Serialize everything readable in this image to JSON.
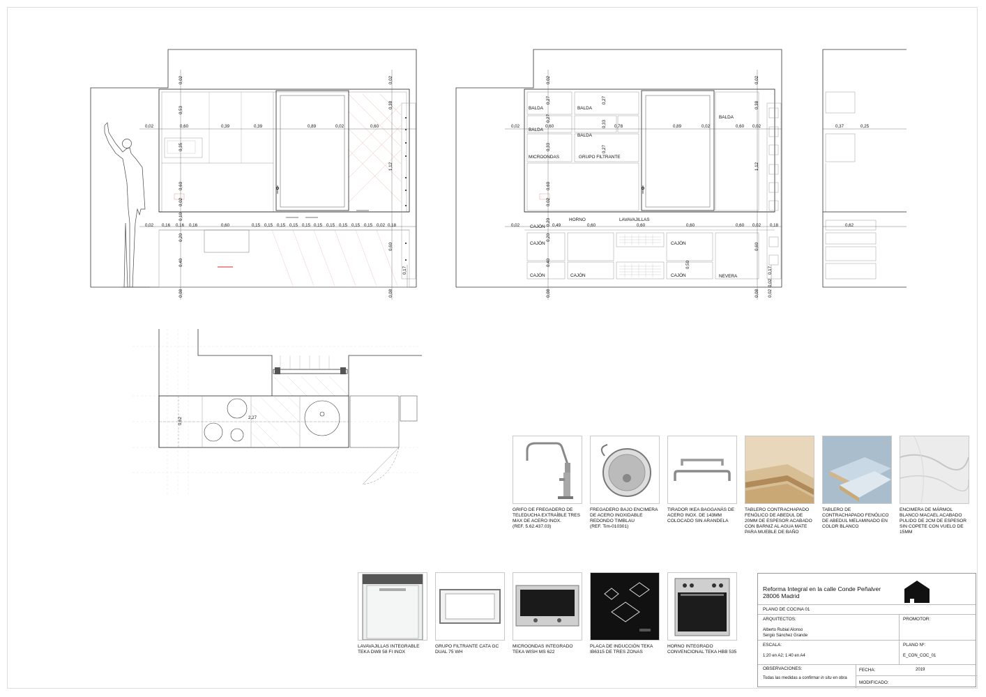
{
  "elevation_left": {
    "dims_top": [
      "0,02",
      "0,60",
      "0,39",
      "0,39",
      "0,89",
      "0,02",
      "0,60"
    ],
    "dims_base": [
      "0,02",
      "0,16",
      "0,16",
      "0,16",
      "0,60",
      "0,15",
      "0,15",
      "0,15",
      "0,15",
      "0,15",
      "0,15",
      "0,15",
      "0,15",
      "0,15",
      "0,15",
      "0,02",
      "0,18"
    ],
    "dims_vert": [
      "0,02",
      "0,53",
      "0,35",
      "0,60",
      "0,02",
      "0,10",
      "0,20",
      "0,40",
      "0,08",
      "0,02",
      "0,38",
      "1,12",
      "0,60",
      "0,17",
      "0,08"
    ]
  },
  "elevation_mid": {
    "labels": {
      "balda1": "BALDA",
      "balda2": "BALDA",
      "balda3": "BALDA",
      "balda4": "BALDA",
      "balda5": "BALDA",
      "microondas": "MICROONDAS",
      "grupo_filtrante": "GRUPO FILTRANTE",
      "horno": "HORNO",
      "lavavajillas": "LAVAVAJILLAS",
      "cajon1": "CAJÓN",
      "cajon2": "CAJÓN",
      "cajon3": "CAJÓN",
      "cajon4": "CAJÓN",
      "cajon5": "CAJÓN",
      "cajon6": "CAJÓN",
      "nevera": "NEVERA"
    },
    "dims_top": [
      "0,02",
      "0,60",
      "0,78",
      "0,89",
      "0,02",
      "0,60",
      "0,02"
    ],
    "dims_base": [
      "0,02",
      "0,49",
      "0,60",
      "0,60",
      "0,60",
      "0,60",
      "0,02",
      "0,18"
    ],
    "dims_vert": [
      "0,02",
      "0,27",
      "0,27",
      "0,33",
      "0,60",
      "0,02",
      "0,20",
      "0,20",
      "0,40",
      "0,08",
      "0,27",
      "0,33",
      "0,27",
      "0,50",
      "0,02",
      "0,38",
      "1,12",
      "0,60",
      "0,17",
      "0,02",
      "0,08",
      "0,02"
    ]
  },
  "elevation_right": {
    "dims": [
      "0,37",
      "0,25",
      "0,62"
    ]
  },
  "plan": {
    "dim_length": "2,27",
    "dim_depth": "0,62"
  },
  "products": [
    {
      "caption": "GRIFO DE FREGADERO DE TELEDUCHA EXTRAÍBLE TRES MAX DE ACERO INOX.",
      "ref": "(REF. 5.62.437.03)",
      "icon": "faucet-image"
    },
    {
      "caption": "FREGADERO BAJO ENCIMERA DE ACERO INOXIDABLE REDONDO TIMBLAU",
      "ref": "(REF. Tim-010301)",
      "icon": "sink-image"
    },
    {
      "caption": "TIRADOR IKEA BAGGANÄS DE ACERO INOX. DE 143MM COLOCADO SIN ARANDELA",
      "ref": "",
      "icon": "handle-image"
    },
    {
      "caption": "TABLERO CONTRACHAPADO FENÓLICO DE ABEDUL DE 20MM DE ESPESOR ACABADO CON BARNIZ AL AGUA MATE PARA MUEBLE DE BAÑO",
      "ref": "",
      "icon": "plywood-image"
    },
    {
      "caption": "TABLERO DE CONTRACHAPADO FENÓLICO DE ABEDUL MELAMINADO EN COLOR BLANCO",
      "ref": "",
      "icon": "white-plywood-image"
    },
    {
      "caption": "ENCIMERA DE MÁRMOL BLANCO MACAEL ACABADO PULIDO DE 2CM DE ESPESOR SIN COPETE CON VUELO DE 15MM",
      "ref": "",
      "icon": "marble-image"
    },
    {
      "caption": "LAVAVAJILLAS INTEGRABLE TEKA DW8 58 FI INOX",
      "ref": "",
      "icon": "dishwasher-image"
    },
    {
      "caption": "GRUPO FILTRANTE CATA GC DUAL 75 WH",
      "ref": "",
      "icon": "hood-image"
    },
    {
      "caption": "MICROONDAS INTEGRADO TEKA WISH MS 622",
      "ref": "",
      "icon": "microwave-image"
    },
    {
      "caption": "PLACA DE INDUCCIÓN TEKA IB6315 DE TRES ZONAS",
      "ref": "",
      "icon": "induction-hob-image"
    },
    {
      "caption": "HORNO INTEGRADO CONVENCIONAL TEKA HBB 535",
      "ref": "",
      "icon": "oven-image"
    }
  ],
  "title_block": {
    "project_line1": "Reforma Integral en la calle Conde Peñalver",
    "project_line2": "28006 Madrid",
    "drawing": "PLANO DE COCINA 01",
    "architects_label": "ARQUITECTOS:",
    "architect1": "Alberto Rubial Alonso",
    "architect2": "Sergio Sánchez Grande",
    "promotor_label": "PROMOTOR:",
    "scale_label": "ESCALA:",
    "scale_value": "1:20 en A2; 1:40 en A4",
    "plan_label": "PLANO Nº:",
    "plan_value": "E_CON_COC_01",
    "obs_label": "OBSERVACIONES:",
    "obs_pre": "Todas las medidas a confirmar ",
    "obs_em": "in situ",
    "obs_post": " en obra",
    "date_label": "FECHA:",
    "date_value": "2019",
    "modified_label": "MODIFICADO:",
    "logo_icon": "house-logo-icon"
  }
}
